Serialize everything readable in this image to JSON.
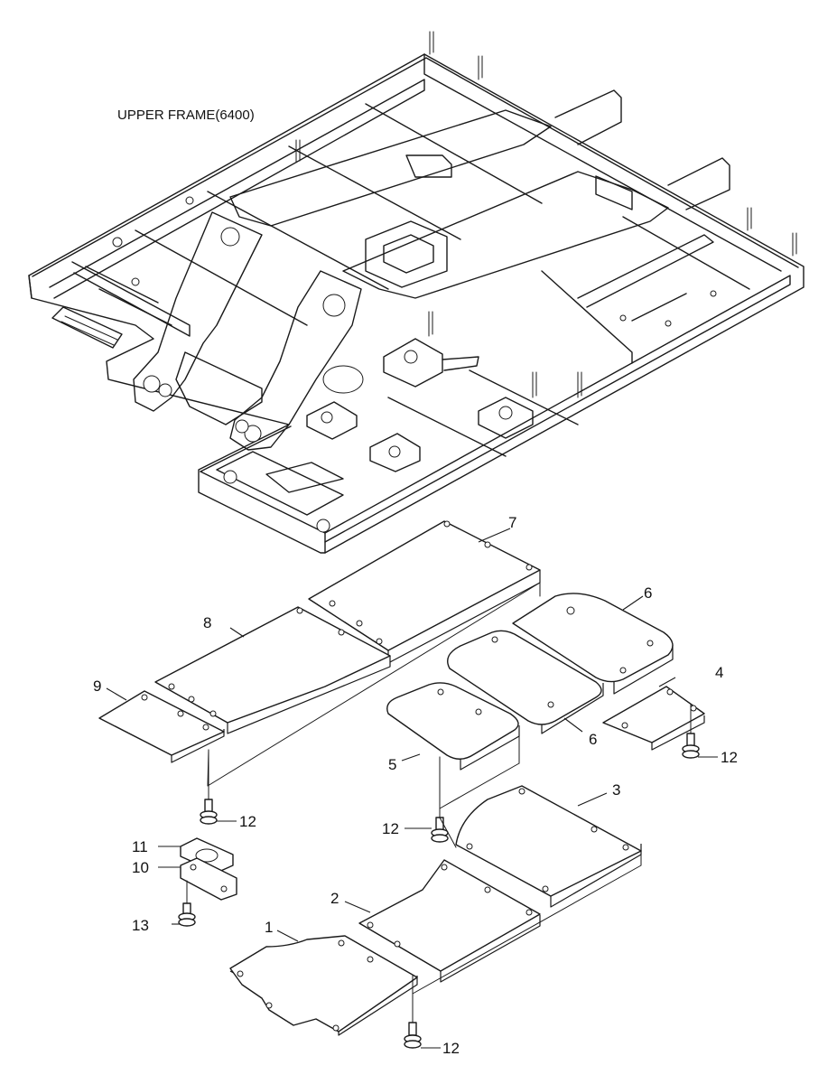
{
  "title": "UPPER FRAME(6400)",
  "callouts": {
    "c1": "1",
    "c2": "2",
    "c3": "3",
    "c4": "4",
    "c5": "5",
    "c6a": "6",
    "c6b": "6",
    "c7": "7",
    "c8": "8",
    "c9": "9",
    "c10": "10",
    "c11": "11",
    "c12a": "12",
    "c12b": "12",
    "c12c": "12",
    "c12d": "12",
    "c13": "13"
  }
}
